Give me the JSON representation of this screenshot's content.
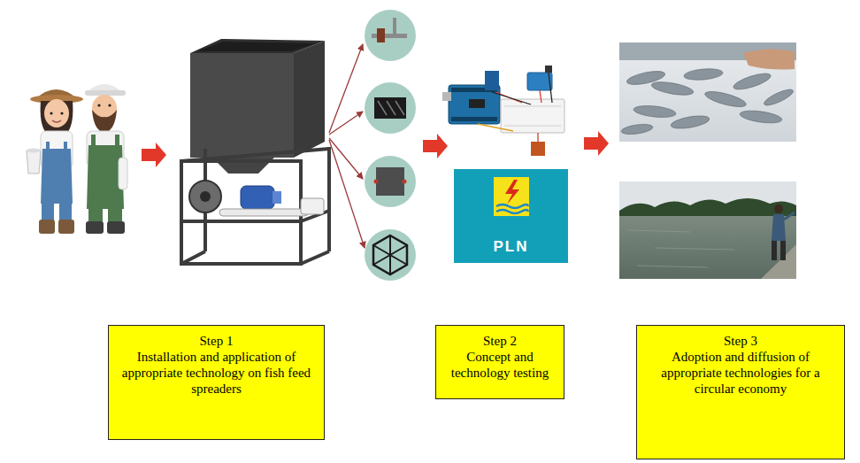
{
  "diagram": {
    "nodes": [
      {
        "text": [
          "PLN"
        ]
      },
      {
        "text": [
          "Step 1",
          "Installation and application of appropriate technology on fish feed spreaders"
        ]
      },
      {
        "text": [
          "Step 2",
          "Concept and technology testing"
        ]
      },
      {
        "text": [
          "Step 3",
          "Adoption and diffusion of appropriate technologies for a circular economy"
        ]
      }
    ]
  }
}
